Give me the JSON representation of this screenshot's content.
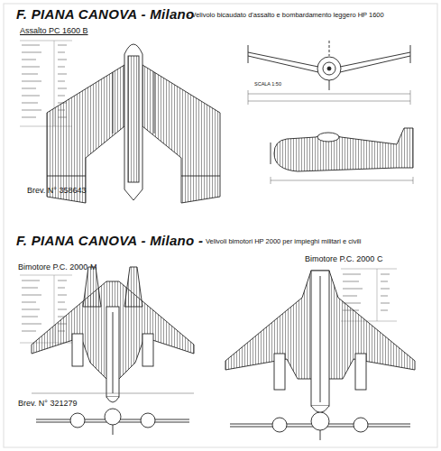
{
  "diagram": {
    "title": "F. PIANA CANOVA - Milano",
    "labels": [
      "- Velivolo bicaudato d'assalto e bombardamento leggero HP 1600",
      "Assalto PC 1600 B",
      "Brev. N° 358643",
      "SCALA 1:50",
      "F. PIANA CANOVA - Milano -",
      "Velivoli bimotori HP 2000 per impieghi militari e civili",
      "Bimotore P.C. 2000 M",
      "Bimotore P.C. 2000 C",
      "Brev. N° 321279"
    ]
  }
}
